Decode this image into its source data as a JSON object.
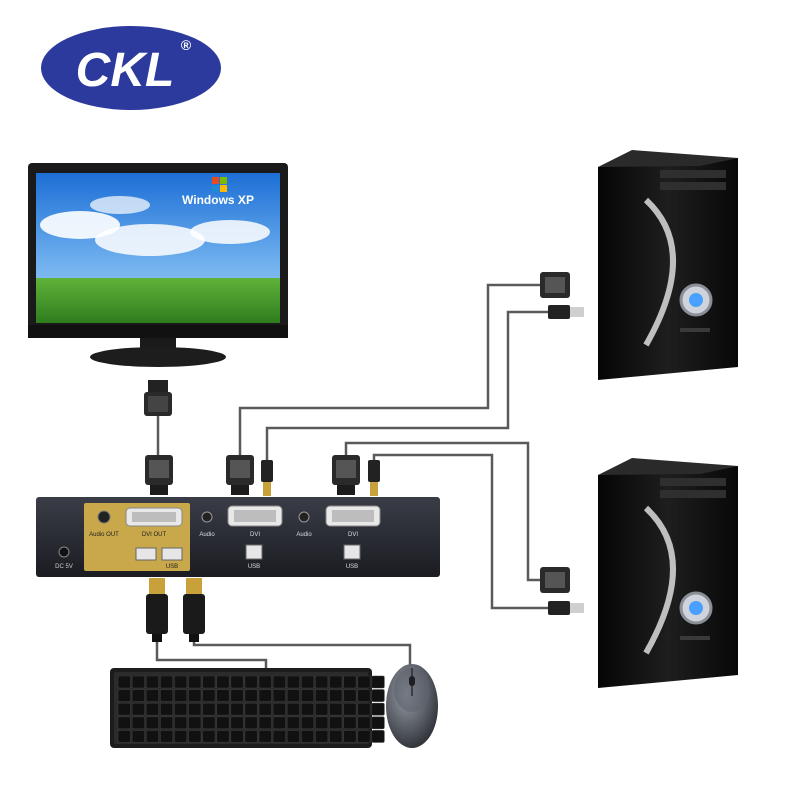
{
  "brand": {
    "logo_text": "CKL",
    "registered_mark": "®",
    "color": "#2b3a9c"
  },
  "monitor": {
    "os_label": "Windows XP"
  },
  "kvm_switch": {
    "ports": {
      "audio_out": "Audio OUT",
      "dvi_out": "DVI OUT",
      "audio_1": "Audio",
      "dvi_1": "DVI",
      "audio_2": "Audio",
      "dvi_2": "DVI",
      "usb_1": "USB",
      "usb_2": "USB",
      "usb_console": "USB",
      "dc": "DC 5V"
    }
  },
  "colors": {
    "cable": "#5a5a5a",
    "case": "#111111",
    "switch_body": "#2a2c34",
    "port_gold": "#c8a84a"
  }
}
